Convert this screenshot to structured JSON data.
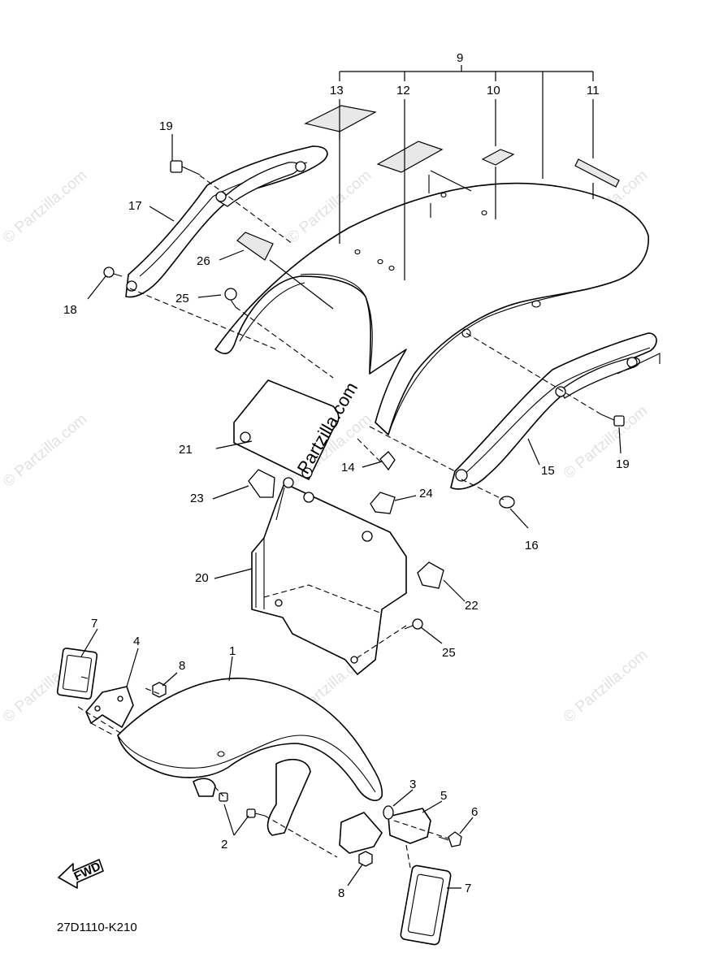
{
  "callouts": [
    {
      "id": "c1",
      "label": "1"
    },
    {
      "id": "c2",
      "label": "2"
    },
    {
      "id": "c3",
      "label": "3"
    },
    {
      "id": "c4",
      "label": "4"
    },
    {
      "id": "c5",
      "label": "5"
    },
    {
      "id": "c6",
      "label": "6"
    },
    {
      "id": "c7a",
      "label": "7"
    },
    {
      "id": "c7b",
      "label": "7"
    },
    {
      "id": "c8a",
      "label": "8"
    },
    {
      "id": "c8b",
      "label": "8"
    },
    {
      "id": "c9",
      "label": "9"
    },
    {
      "id": "c10",
      "label": "10"
    },
    {
      "id": "c11",
      "label": "11"
    },
    {
      "id": "c12",
      "label": "12"
    },
    {
      "id": "c13",
      "label": "13"
    },
    {
      "id": "c14",
      "label": "14"
    },
    {
      "id": "c15",
      "label": "15"
    },
    {
      "id": "c16",
      "label": "16"
    },
    {
      "id": "c17",
      "label": "17"
    },
    {
      "id": "c18",
      "label": "18"
    },
    {
      "id": "c19a",
      "label": "19"
    },
    {
      "id": "c19b",
      "label": "19"
    },
    {
      "id": "c20",
      "label": "20"
    },
    {
      "id": "c21",
      "label": "21"
    },
    {
      "id": "c22",
      "label": "22"
    },
    {
      "id": "c23",
      "label": "23"
    },
    {
      "id": "c24",
      "label": "24"
    },
    {
      "id": "c25a",
      "label": "25"
    },
    {
      "id": "c25b",
      "label": "25"
    },
    {
      "id": "c26",
      "label": "26"
    }
  ],
  "diagram_code": "27D1110-K210",
  "fwd_label": "FWD",
  "watermark": "© Partzilla.com",
  "center_watermark": "Partzilla.com",
  "colors": {
    "line": "#000000",
    "background": "#ffffff",
    "watermark": "#c9c9c9"
  }
}
